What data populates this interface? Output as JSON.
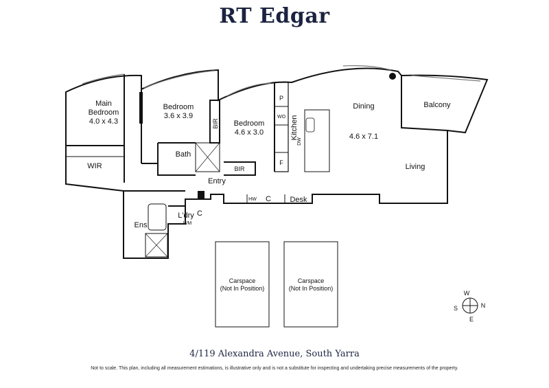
{
  "brand": "RT Edgar",
  "rooms": {
    "main_bedroom": {
      "name": "Main",
      "name2": "Bedroom",
      "size": "4.0 x 4.3"
    },
    "bedroom2": {
      "name": "Bedroom",
      "size": "3.6 x 3.9"
    },
    "bedroom3": {
      "name": "Bedroom",
      "size": "4.6 x 3.0"
    },
    "dining": {
      "name": "Dining",
      "size": "4.6 x 7.1"
    },
    "living": "Living",
    "balcony": "Balcony",
    "kitchen": "Kitchen",
    "wir": "WIR",
    "bath": "Bath",
    "ens": "Ens",
    "laundry": "L'dry",
    "entry": "Entry",
    "desk": "Desk",
    "bir_a": "BIR",
    "bir_b": "BIR"
  },
  "fixtures": {
    "pantry": "P",
    "wall_oven": "WO",
    "fridge": "F",
    "dishwasher": "DW",
    "washing_machine": "WM",
    "cupboard_laundry": "C",
    "cupboard_entry": "C",
    "hot_water": "HW"
  },
  "carspaces": [
    {
      "label": "Carspace",
      "note": "(Not In Position)"
    },
    {
      "label": "Carspace",
      "note": "(Not In Position)"
    }
  ],
  "compass": {
    "w": "W",
    "n": "N",
    "s": "S",
    "e": "E"
  },
  "address": "4/119 Alexandra Avenue, South Yarra",
  "disclaimer": "Not to scale. This plan, including all measurement estimations, is illustrative only and is not a substitute for inspecting and undertaking precise measurements of the property.",
  "colors": {
    "brand": "#1b2340",
    "wall": "#111111"
  }
}
